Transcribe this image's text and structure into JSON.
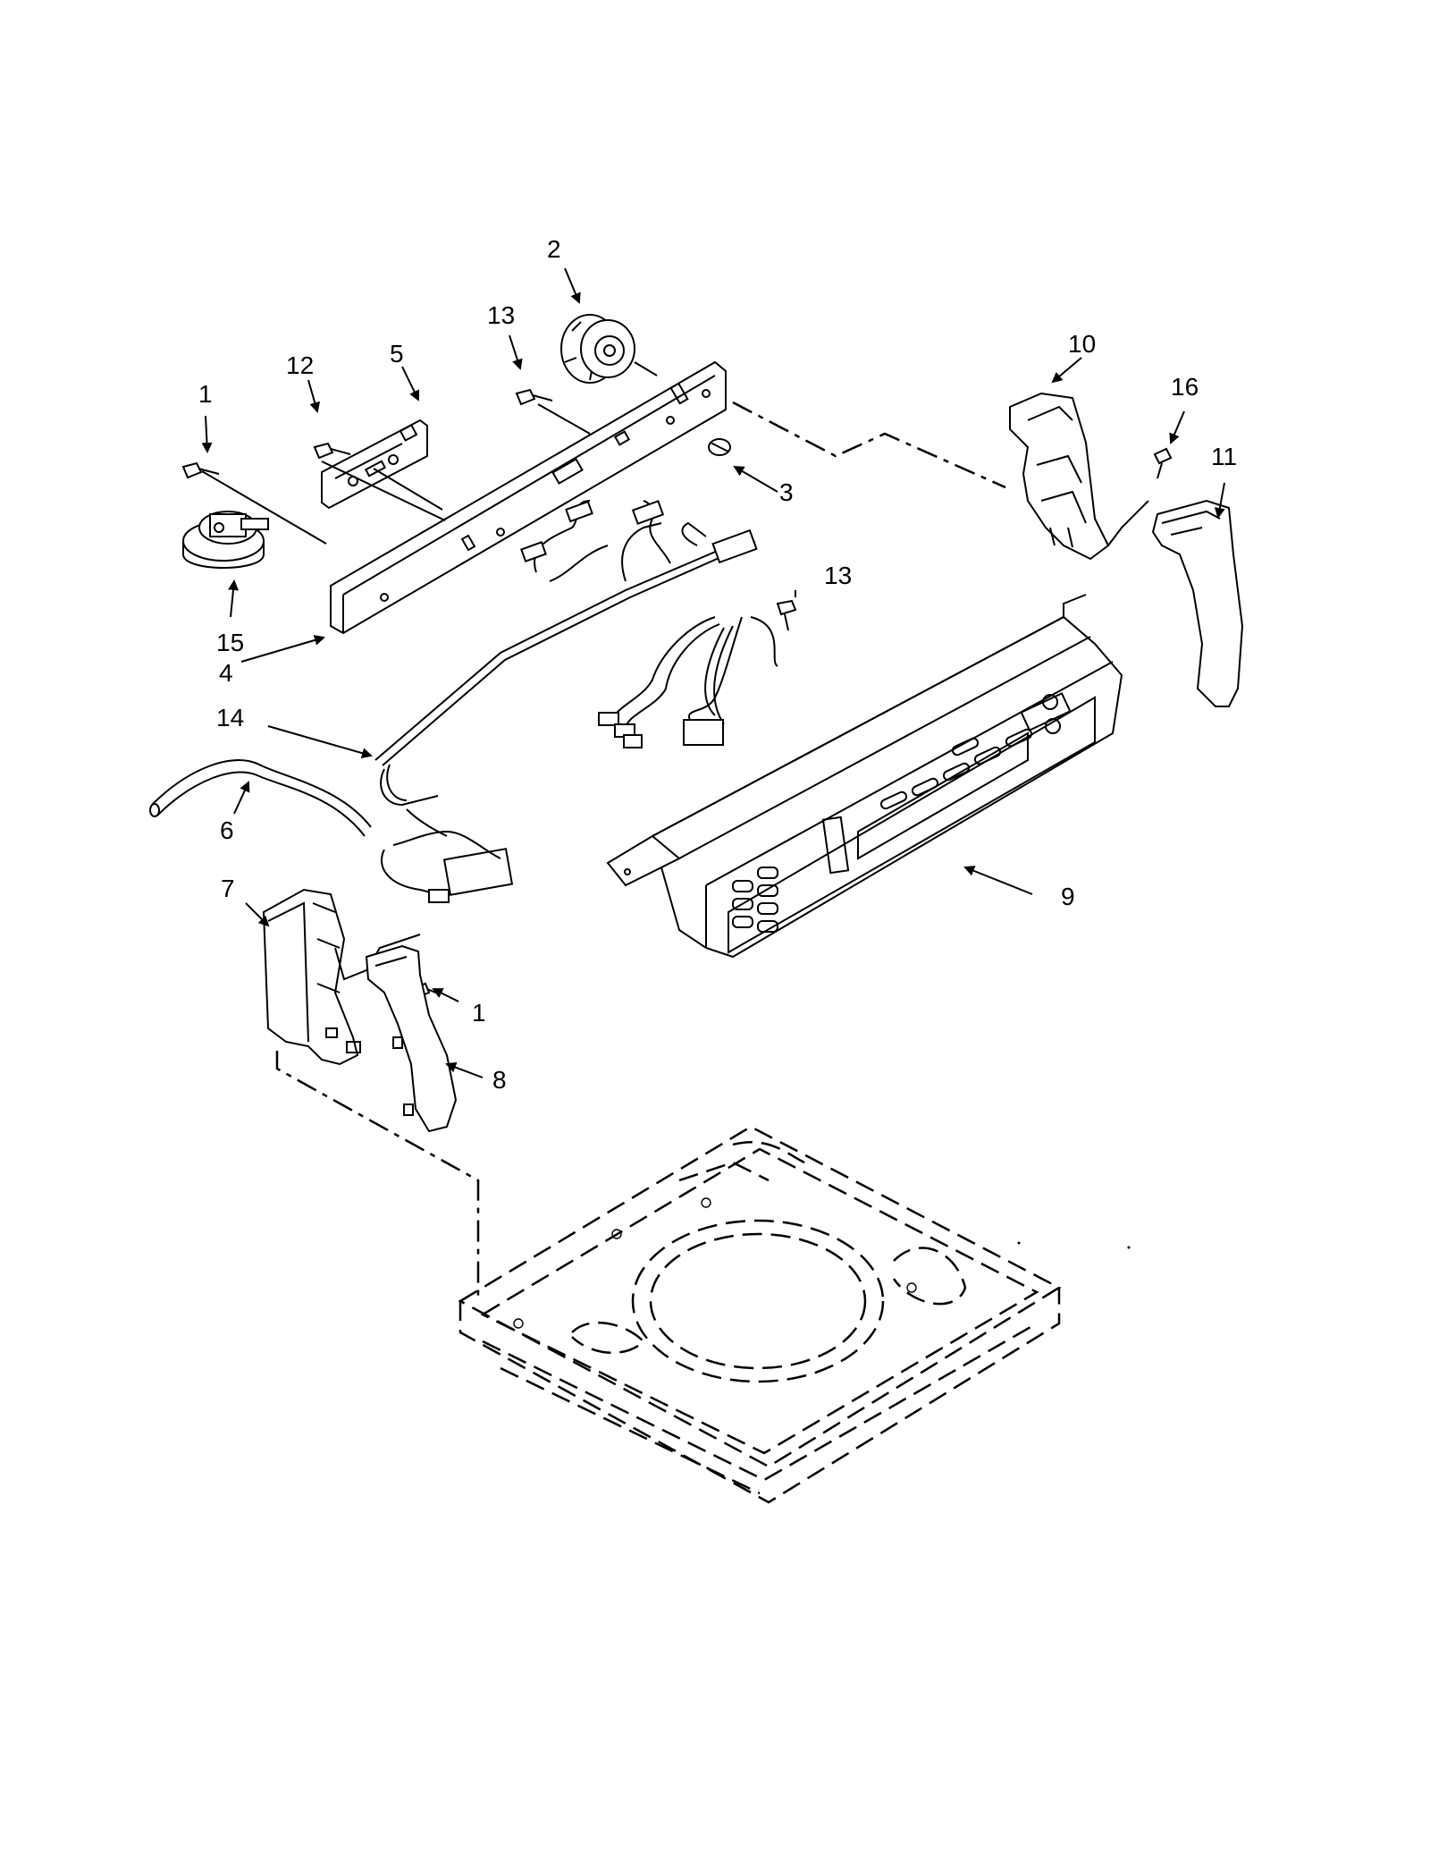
{
  "callouts": {
    "c1a": "1",
    "c1b": "1",
    "c2": "2",
    "c3": "3",
    "c4": "4",
    "c5": "5",
    "c6": "6",
    "c7": "7",
    "c8": "8",
    "c9": "9",
    "c10": "10",
    "c11": "11",
    "c12": "12",
    "c13a": "13",
    "c13b": "13",
    "c14": "14",
    "c15": "15",
    "c16": "16"
  },
  "icons": {
    "arrowhead": "arrow-icon",
    "screw": "screw-icon"
  }
}
